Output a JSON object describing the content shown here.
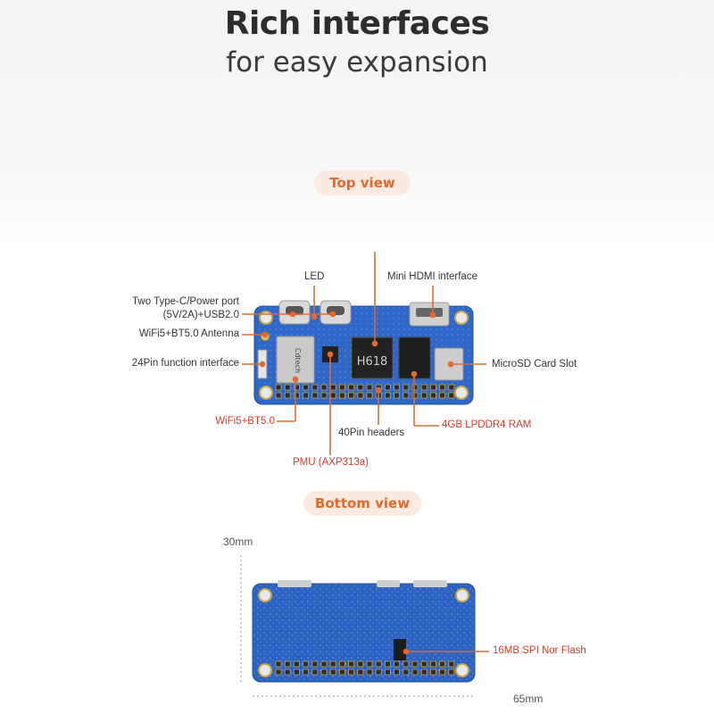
{
  "header": {
    "title": "Rich interfaces",
    "subtitle": "for easy expansion"
  },
  "sections": {
    "top_view": "Top view",
    "bottom_view": "Bottom view"
  },
  "top_board": {
    "chip_label": "H618",
    "labels": {
      "led": "LED",
      "mini_hdmi": "Mini HDMI interface",
      "type_c_line1": "Two Type-C/Power port",
      "type_c_line2": "(5V/2A)+USB2.0",
      "antenna": "WiFi5+BT5.0 Antenna",
      "function_interface": "24Pin function interface",
      "microsd": "MicroSD Card Slot",
      "wifi_module": "WiFi5+BT5.0",
      "headers": "40Pin headers",
      "ram": "4GB LPDDR4 RAM",
      "pmu": "PMU (AXP313a)"
    }
  },
  "bottom_board": {
    "labels": {
      "spi_flash": "16MB SPI Nor Flash",
      "height_dim": "30mm",
      "width_dim": "65mm"
    }
  },
  "colors": {
    "accent_orange": "#e06a30",
    "pill_bg": "#fce9df",
    "callout_red": "#d63b2a",
    "pcb_blue": "#2f67c9"
  }
}
